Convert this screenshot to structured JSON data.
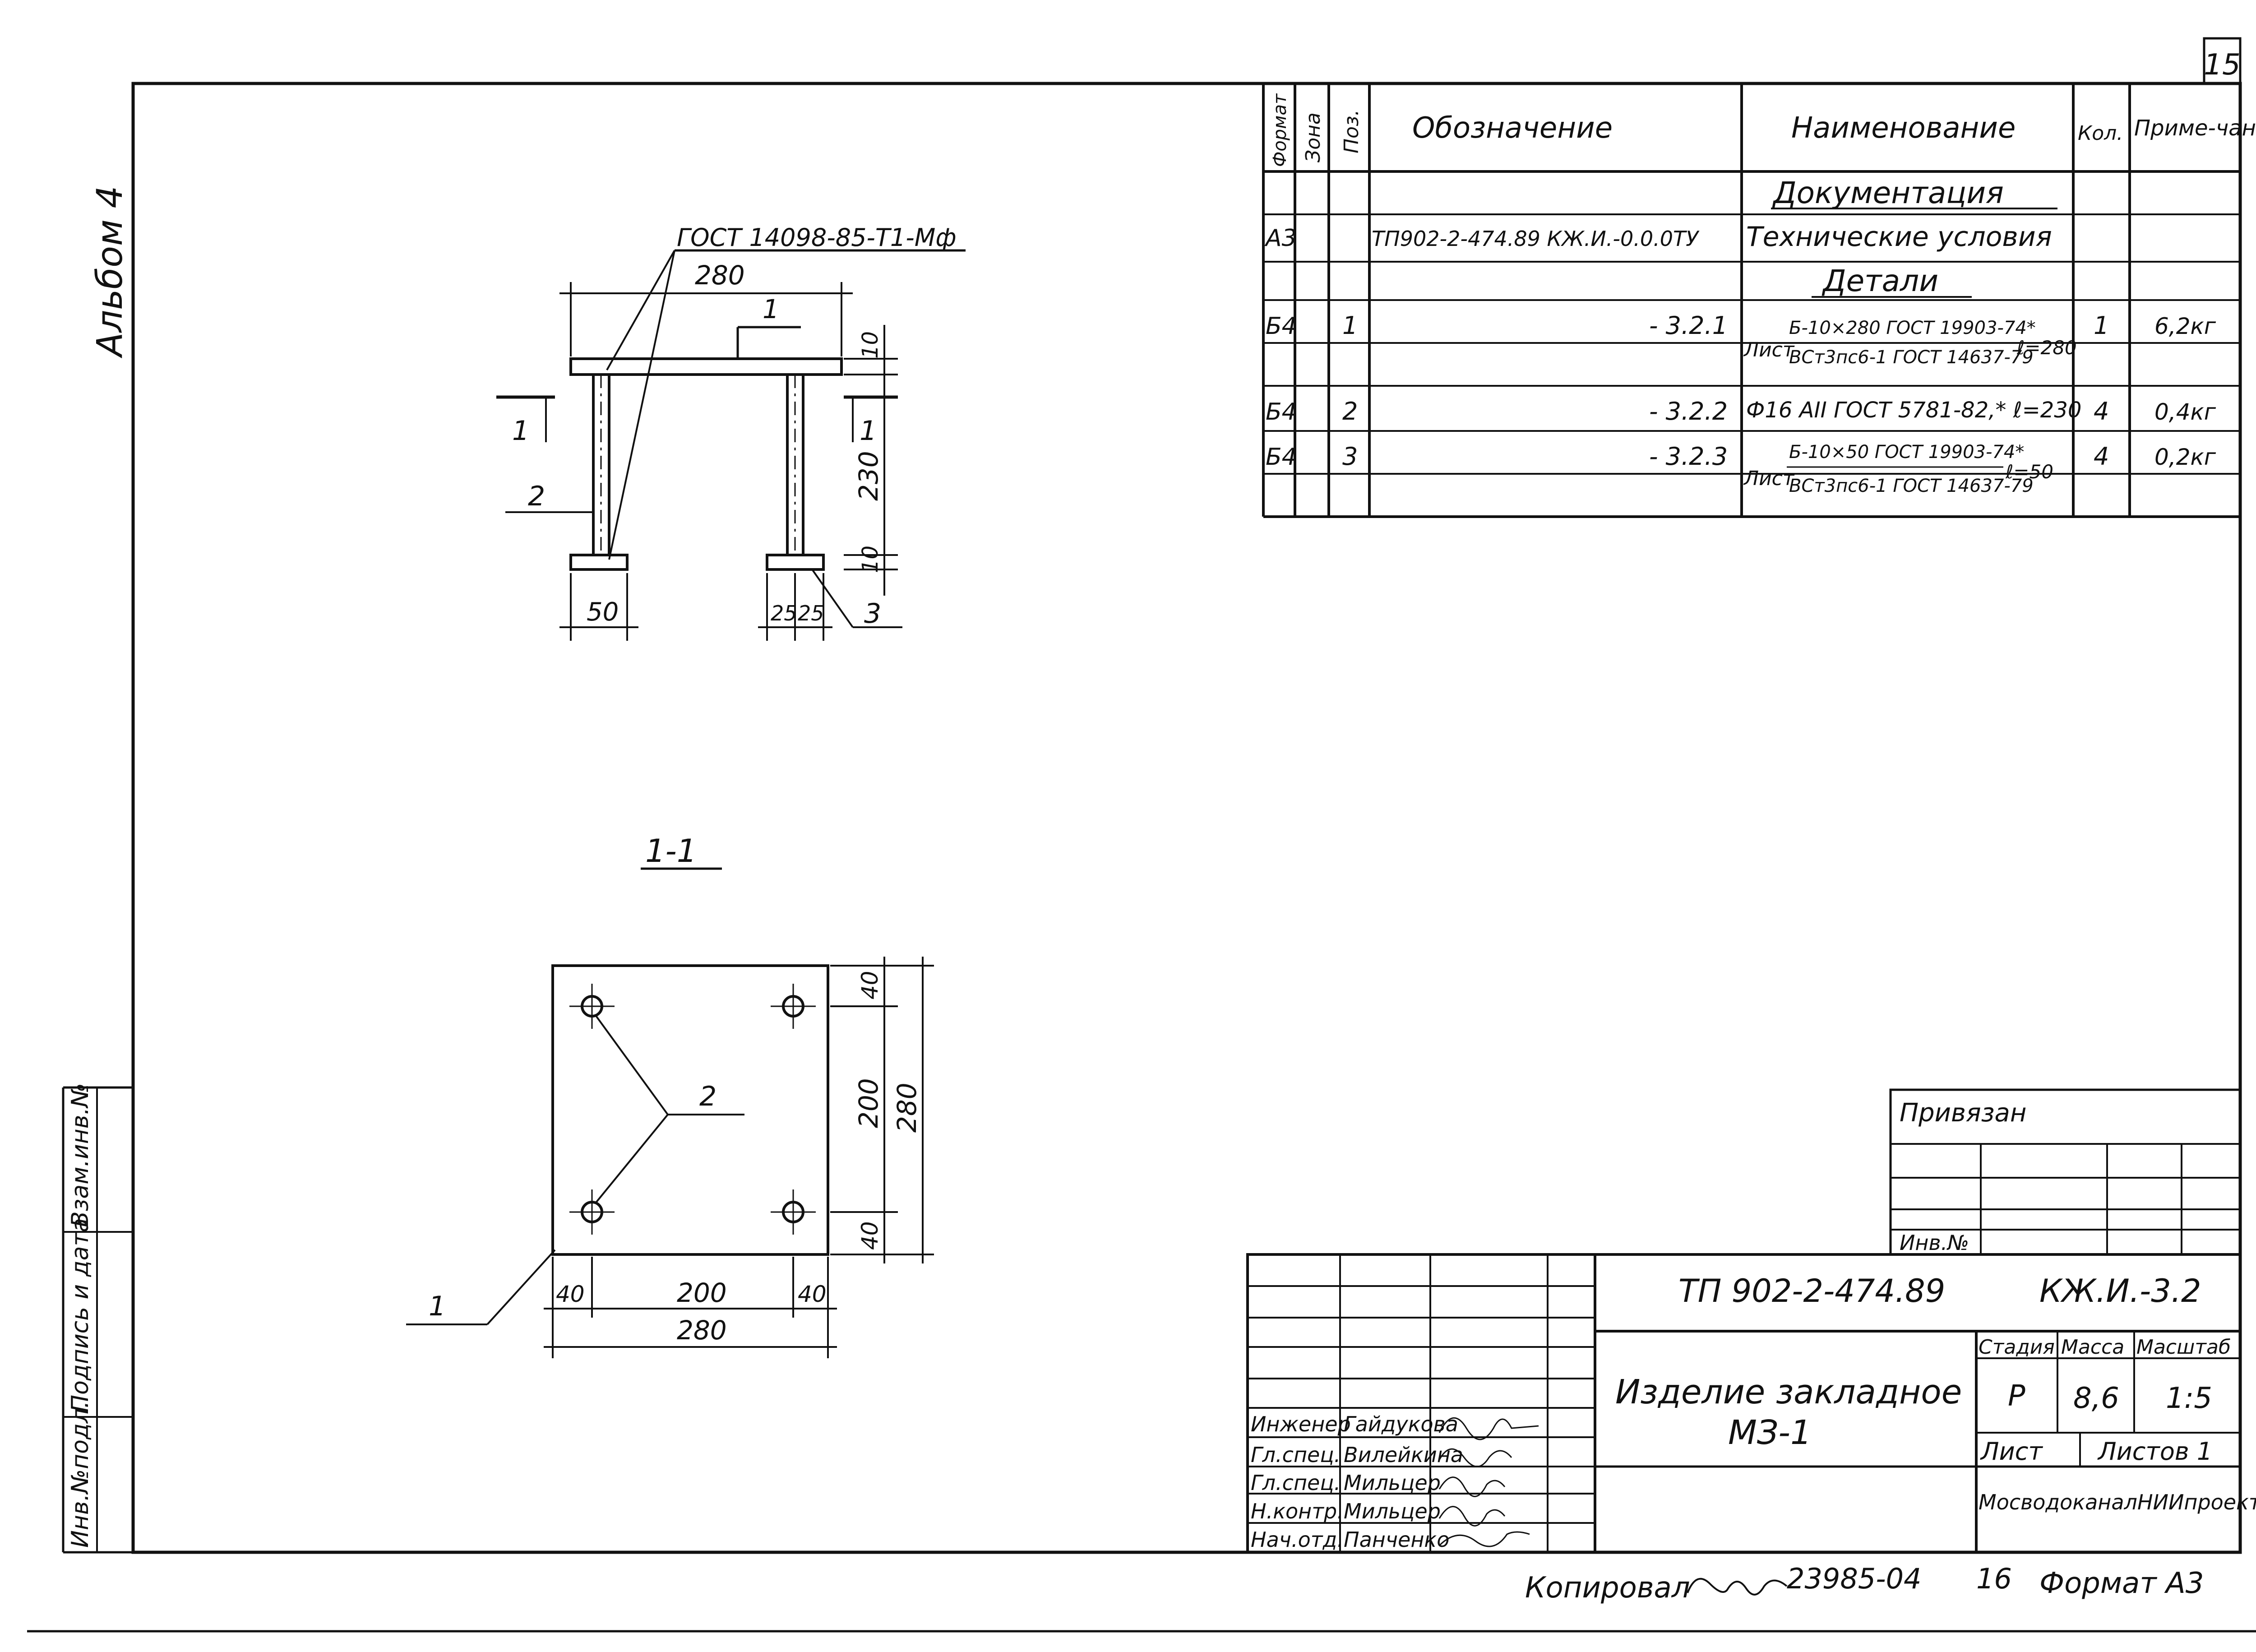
{
  "sheet": {
    "page_number": "15",
    "album_label": "Альбом 4"
  },
  "side_stamp": {
    "inv_podl": "Инв.№подл.",
    "podpis_data": "Подпись и дата",
    "vzam_inv": "Взам.инв.№"
  },
  "drawing": {
    "gost_label": "ГОСТ 14098-85-Т1-Мф",
    "dims": {
      "top_width": "280",
      "plate_thick": "10",
      "rod_height": "230",
      "bottom_thick": "10",
      "left_plate": "50",
      "right_a": "25",
      "right_b": "25"
    },
    "pos": {
      "p1": "1",
      "p2": "2",
      "p3": "3"
    },
    "section_marks": {
      "left": "1",
      "right": "1"
    },
    "section_title": "1-1",
    "plan": {
      "pos1": "1",
      "pos2": "2",
      "dim_v_top": "40",
      "dim_v_mid": "200",
      "dim_v_bot": "40",
      "dim_v_total": "280",
      "dim_h_left": "40",
      "dim_h_mid": "200",
      "dim_h_right": "40",
      "dim_h_total": "280"
    }
  },
  "spec": {
    "headers": {
      "format": "Формат",
      "zone": "Зона",
      "pos": "Поз.",
      "designation": "Обозначение",
      "name": "Наименование",
      "qty": "Кол.",
      "note": "Приме-чание"
    },
    "section_docs": "Документация",
    "section_parts": "Детали",
    "rows": [
      {
        "format": "А3",
        "pos": "",
        "designation": "ТП902-2-474.89  КЖ.И.-0.0.0ТУ",
        "name": "Технические условия",
        "qty": "",
        "note": ""
      },
      {
        "format": "Б4",
        "pos": "1",
        "designation": "- 3.2.1",
        "name_prefix": "Лист",
        "name_top": "Б-10×280 ГОСТ 19903-74*",
        "name_bottom": "ВСт3пс6-1 ГОСТ 14637-79",
        "name_suffix": "ℓ=280",
        "qty": "1",
        "note": "6,2кг"
      },
      {
        "format": "Б4",
        "pos": "2",
        "designation": "- 3.2.2",
        "name": "Ф16 АII ГОСТ 5781-82,* ℓ=230",
        "qty": "4",
        "note": "0,4кг"
      },
      {
        "format": "Б4",
        "pos": "3",
        "designation": "- 3.2.3",
        "name_prefix": "Лист",
        "name_top": "Б-10×50 ГОСТ 19903-74*",
        "name_bottom": "ВСт3пс6-1 ГОСТ 14637-79",
        "name_suffix": "ℓ=50",
        "qty": "4",
        "note": "0,2кг"
      }
    ]
  },
  "privyazan": {
    "title": "Привязан",
    "inv": "Инв.№"
  },
  "title_block": {
    "project": "ТП 902-2-474.89",
    "code": "КЖ.И.-3.2",
    "name_line1": "Изделие закладное",
    "name_line2": "МЗ-1",
    "stage_label": "Стадия",
    "mass_label": "Масса",
    "scale_label": "Масштаб",
    "stage": "Р",
    "mass": "8,6",
    "scale": "1:5",
    "sheet_label": "Лист",
    "sheets_label": "Листов 1",
    "org": "МосводоканалНИИпроект",
    "people": [
      {
        "role": "Инженер",
        "name": "Гайдукова"
      },
      {
        "role": "Гл.спец.",
        "name": "Вилейкина"
      },
      {
        "role": "Гл.спец.",
        "name": "Мильцер"
      },
      {
        "role": "Н.контр.",
        "name": "Мильцер"
      },
      {
        "role": "Нач.отд.",
        "name": "Панченко"
      }
    ]
  },
  "footer": {
    "copied": "Копировал",
    "order": "23985-04",
    "num": "16",
    "format": "Формат А3"
  }
}
